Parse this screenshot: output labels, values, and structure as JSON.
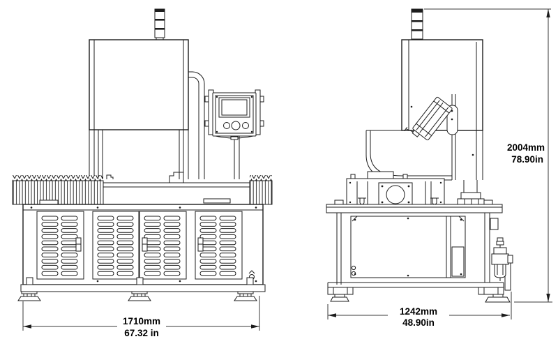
{
  "drawing": {
    "type": "two-view technical dimension drawing of industrial press machine",
    "views": [
      "front",
      "side"
    ]
  },
  "dimensions": {
    "width": {
      "metric": "1710mm",
      "imperial": "67.32 in"
    },
    "depth": {
      "metric": "1242mm",
      "imperial": "48.90in"
    },
    "height": {
      "metric": "2004mm",
      "imperial": "78.90in"
    }
  },
  "colors": {
    "background": "#ffffff",
    "line": "#1c1c1c",
    "dimension_line": "#3a3a3a",
    "text": "#000000"
  }
}
